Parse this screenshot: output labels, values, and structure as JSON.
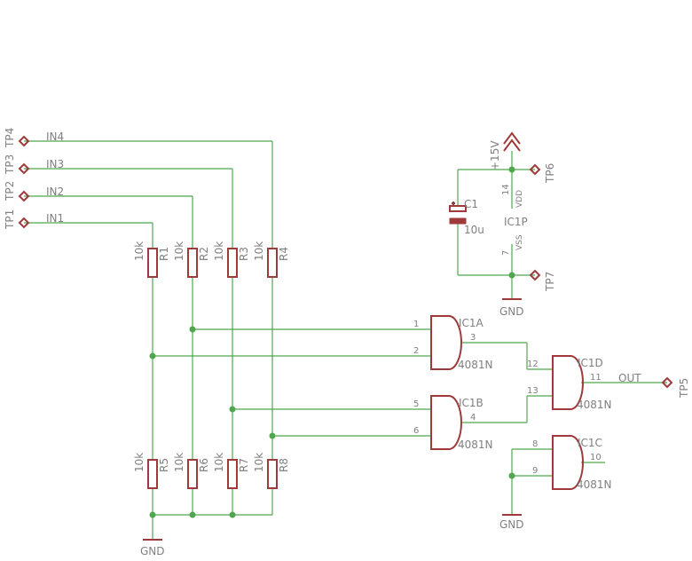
{
  "test_points": {
    "tp1": "TP1",
    "tp2": "TP2",
    "tp3": "TP3",
    "tp4": "TP4",
    "tp5": "TP5",
    "tp6": "TP6",
    "tp7": "TP7"
  },
  "nets": {
    "in1": "IN1",
    "in2": "IN2",
    "in3": "IN3",
    "in4": "IN4",
    "out": "OUT",
    "gnd": "GND",
    "vplus": "+15V"
  },
  "resistors": [
    {
      "name": "R1",
      "value": "10k"
    },
    {
      "name": "R2",
      "value": "10k"
    },
    {
      "name": "R3",
      "value": "10k"
    },
    {
      "name": "R4",
      "value": "10k"
    },
    {
      "name": "R5",
      "value": "10k"
    },
    {
      "name": "R6",
      "value": "10k"
    },
    {
      "name": "R7",
      "value": "10k"
    },
    {
      "name": "R8",
      "value": "10k"
    }
  ],
  "capacitor": {
    "name": "C1",
    "value": "10u"
  },
  "power_unit": {
    "name": "IC1P",
    "vdd_pin": "14",
    "vdd": "VDD",
    "vss_pin": "7",
    "vss": "VSS"
  },
  "gates": {
    "ic1a": {
      "name": "IC1A",
      "part": "4081N",
      "in1": "1",
      "in2": "2",
      "out": "3"
    },
    "ic1b": {
      "name": "IC1B",
      "part": "4081N",
      "in1": "5",
      "in2": "6",
      "out": "4"
    },
    "ic1c": {
      "name": "IC1C",
      "part": "4081N",
      "in1": "8",
      "in2": "9",
      "out": "10"
    },
    "ic1d": {
      "name": "IC1D",
      "part": "4081N",
      "in1": "12",
      "in2": "13",
      "out": "11"
    }
  },
  "colors": {
    "wire": "#4fa64f",
    "component": "#a03a3a",
    "label": "#808080"
  }
}
